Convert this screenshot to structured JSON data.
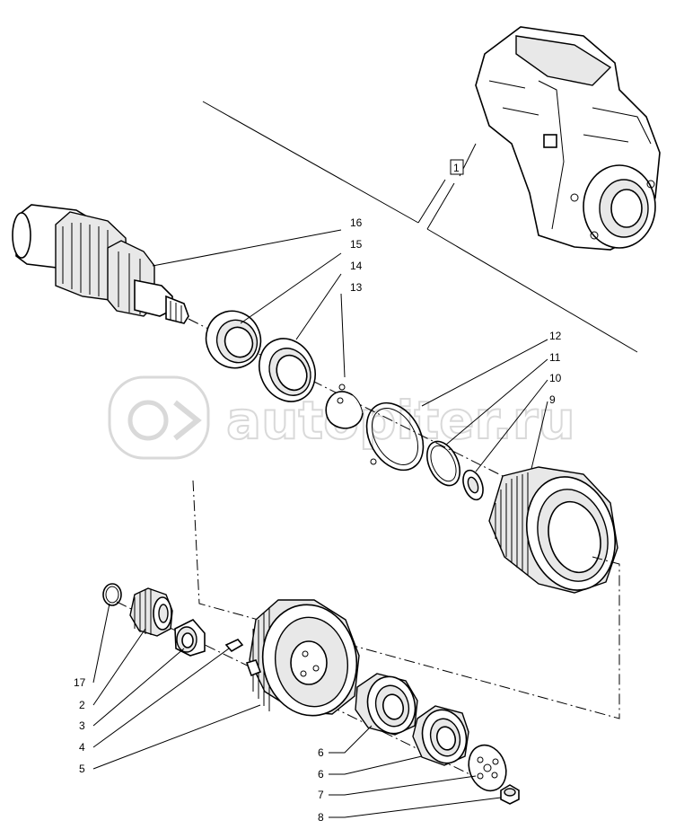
{
  "watermark": {
    "text": "autopiter.ru",
    "logo_icon": "a-arrow-logo-icon"
  },
  "callouts": [
    {
      "id": "c1",
      "label": "1"
    },
    {
      "id": "c16",
      "label": "16"
    },
    {
      "id": "c15",
      "label": "15"
    },
    {
      "id": "c14",
      "label": "14"
    },
    {
      "id": "c13",
      "label": "13"
    },
    {
      "id": "c12",
      "label": "12"
    },
    {
      "id": "c11",
      "label": "11"
    },
    {
      "id": "c10",
      "label": "10"
    },
    {
      "id": "c9",
      "label": "9"
    },
    {
      "id": "c17",
      "label": "17"
    },
    {
      "id": "c2",
      "label": "2"
    },
    {
      "id": "c3",
      "label": "3"
    },
    {
      "id": "c4",
      "label": "4"
    },
    {
      "id": "c5",
      "label": "5"
    },
    {
      "id": "c6a",
      "label": "6"
    },
    {
      "id": "c6b",
      "label": "6"
    },
    {
      "id": "c7",
      "label": "7"
    },
    {
      "id": "c8",
      "label": "8"
    }
  ]
}
